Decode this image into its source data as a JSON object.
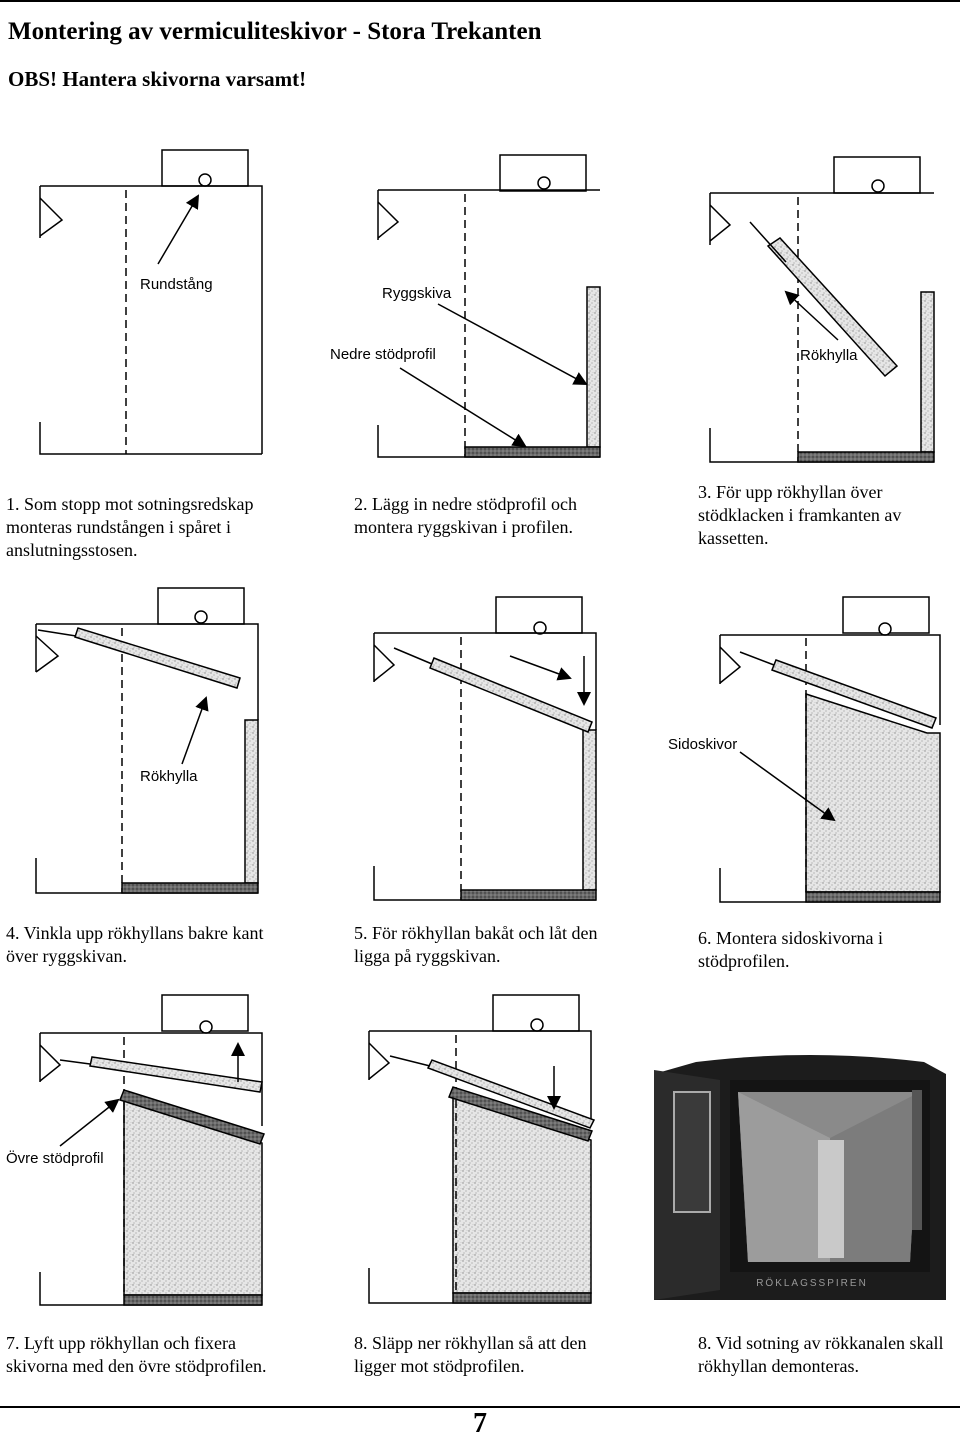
{
  "header": {
    "title": "Montering av vermiculiteskivor - Stora Trekanten",
    "warning": "OBS! Hantera skivorna varsamt!"
  },
  "steps": [
    {
      "caption": "1. Som stopp mot sotningsredskap monteras rundstången i spåret i anslutningsstosen.",
      "labels": [
        "Rundstång"
      ]
    },
    {
      "caption": "2. Lägg in nedre stödprofil och montera ryggskivan i profilen.",
      "labels": [
        "Ryggskiva",
        "Nedre stödprofil"
      ]
    },
    {
      "caption": "3. För upp rökhyllan över stödklacken i framkanten av kassetten.",
      "labels": [
        "Rökhylla"
      ]
    },
    {
      "caption": "4. Vinkla upp rökhyllans bakre kant över ryggskivan.",
      "labels": [
        "Rökhylla"
      ]
    },
    {
      "caption": "5. För rökhyllan bakåt och låt den ligga på ryggskivan.",
      "labels": []
    },
    {
      "caption": "6. Montera sidoskivorna i stödprofilen.",
      "labels": [
        "Sidoskivor"
      ]
    },
    {
      "caption": "7. Lyft upp rökhyllan och fixera skivorna med den övre stödprofilen.",
      "labels": [
        "Övre stödprofil"
      ]
    },
    {
      "caption": "8. Släpp ner rökhyllan så att den ligger mot stödprofilen.",
      "labels": []
    },
    {
      "caption": "8. Vid sotning av rökkanalen skall rökhyllan demonteras.",
      "labels": []
    }
  ],
  "photo": {
    "plate_text": "RÖKLAGSSPIREN"
  },
  "footer": {
    "page_number": "7"
  },
  "colors": {
    "speckle": "#d9d9d9",
    "profile": "#555555",
    "stove_body": "#1c1c1c",
    "stove_interior": "#8a8a8a"
  }
}
